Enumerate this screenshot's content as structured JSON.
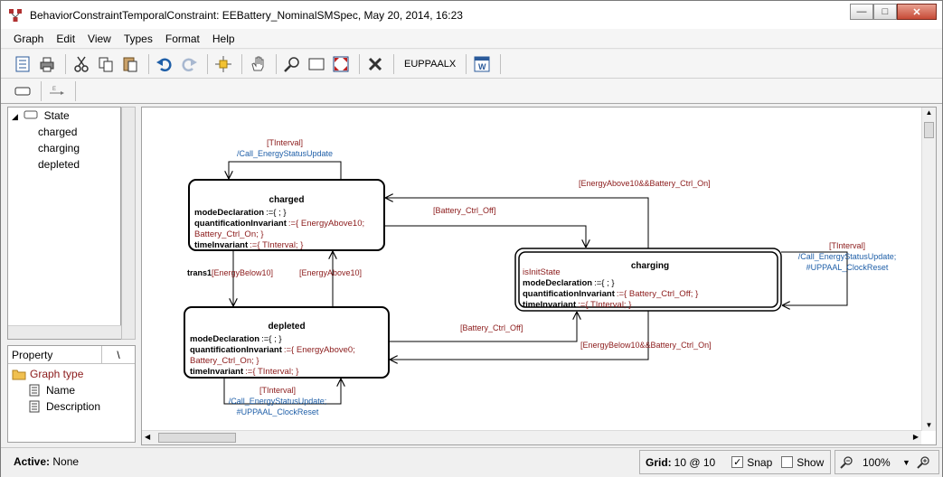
{
  "window": {
    "title": "BehaviorConstraintTemporalConstraint: EEBattery_NominalSMSpec, May 20, 2014, 16:23",
    "minimize": "—",
    "maximize": "□",
    "close": "✕"
  },
  "menu": [
    "Graph",
    "Edit",
    "View",
    "Types",
    "Format",
    "Help"
  ],
  "toolbar": {
    "euppaalx_label": "EUPPAALX"
  },
  "tree": {
    "root": "State",
    "children": [
      "charged",
      "charging",
      "depleted"
    ]
  },
  "properties": {
    "header_property": "Property",
    "header_value": "\\",
    "rows": [
      {
        "label": "Graph type",
        "icon": "folder-icon"
      },
      {
        "label": "Name",
        "icon": "document-icon"
      },
      {
        "label": "Description",
        "icon": "document-icon"
      }
    ]
  },
  "status": {
    "active_label": "Active:",
    "active_value": "None",
    "grid_label": "Grid:",
    "grid_value": "10 @ 10",
    "snap_label": "Snap",
    "snap_checked": true,
    "show_label": "Show",
    "show_checked": false,
    "zoom_value": "100%"
  },
  "colors": {
    "guard": "#8b1a1a",
    "action": "#1f5fa8",
    "label_default": "#000000"
  },
  "diagram": {
    "states": {
      "charged": {
        "name": "charged",
        "mode_key": "modeDeclaration",
        "mode_val": ":={ ;  }",
        "quant_key": "quantificationInvariant",
        "quant_val1": ":={ EnergyAbove10;",
        "quant_val2": "Battery_Ctrl_On; }",
        "time_key": "timeInvariant",
        "time_val": ":={ TInterval;  }"
      },
      "depleted": {
        "name": "depleted",
        "mode_key": "modeDeclaration",
        "mode_val": ":={ ;  }",
        "quant_key": "quantificationInvariant",
        "quant_val1": ":={ EnergyAbove0;",
        "quant_val2": "Battery_Ctrl_On; }",
        "time_key": "timeInvariant",
        "time_val": ":={ TInterval;  }"
      },
      "charging": {
        "name": "charging",
        "initial": "isInitState",
        "mode_key": "modeDeclaration",
        "mode_val": ":={ ;  }",
        "quant_key": "quantificationInvariant",
        "quant_val": ":={ Battery_Ctrl_Off; }",
        "time_key": "timeInvariant",
        "time_val": ":={ TInterval;  }"
      }
    },
    "transitions": {
      "charged_self_guard": "[TInterval]",
      "charged_self_action": "/Call_EnergyStatusUpdate",
      "charged_to_depleted_name": "trans1",
      "charged_to_depleted_guard": "[EnergyBelow10]",
      "depleted_to_charged_guard": "[EnergyAbove10]",
      "charged_to_charging_guard": "[Battery_Ctrl_Off]",
      "charging_to_charged_guard": "[EnergyAbove10&&Battery_Ctrl_On]",
      "depleted_to_charging_guard": "[Battery_Ctrl_Off]",
      "charging_to_depleted_guard": "[EnergyBelow10&&Battery_Ctrl_On]",
      "depleted_self_guard": "[TInterval]",
      "depleted_self_action1": "/Call_EnergyStatusUpdate;",
      "depleted_self_action2": "#UPPAAL_ClockReset",
      "charging_self_guard": "[TInterval]",
      "charging_self_action1": "/Call_EnergyStatusUpdate;",
      "charging_self_action2": "#UPPAAL_ClockReset"
    }
  }
}
